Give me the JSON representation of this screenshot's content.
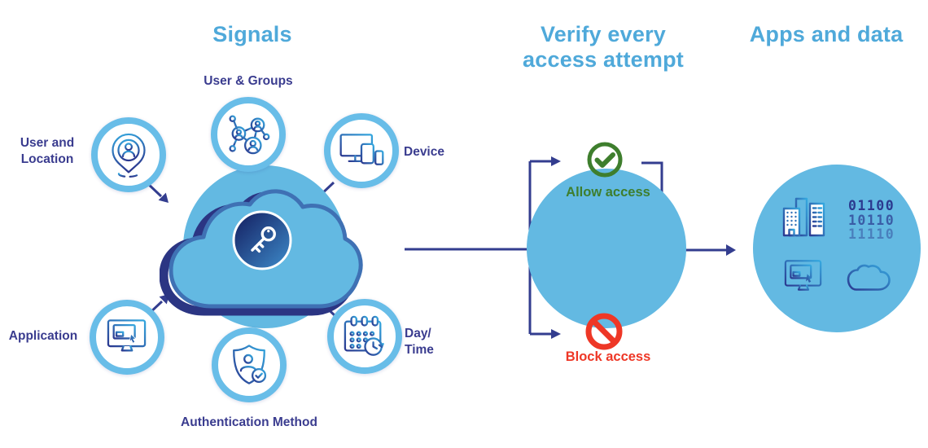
{
  "colors": {
    "title_blue": "#4FA9DA",
    "label_navy": "#3A3C8F",
    "connector_navy": "#333D8F",
    "node_ring_blue": "#68BDE8",
    "circle_fill_blue": "#63B9E2",
    "cloud_outline_navy": "#2B3583",
    "allow_green": "#3E7E2D",
    "block_red": "#EE3726",
    "icon_gradient_start": "#2B3990",
    "icon_gradient_end": "#35A8DF"
  },
  "sections": {
    "signals": {
      "title": "Signals",
      "hub_icon": "key-icon",
      "nodes": [
        {
          "id": "user-location",
          "icon": "location-pin-user-icon",
          "lines": [
            "User and",
            "Location"
          ]
        },
        {
          "id": "user-groups",
          "icon": "network-users-icon",
          "lines": [
            "User & Groups"
          ]
        },
        {
          "id": "device",
          "icon": "devices-icon",
          "lines": [
            "Device"
          ]
        },
        {
          "id": "application",
          "icon": "application-monitor-icon",
          "lines": [
            "Application"
          ]
        },
        {
          "id": "authentication-method",
          "icon": "shield-user-check-icon",
          "lines": [
            "Authentication Method"
          ]
        },
        {
          "id": "day-time",
          "icon": "calendar-clock-icon",
          "lines": [
            "Day/",
            "Time"
          ]
        }
      ]
    },
    "verify": {
      "title_lines": [
        "Verify every",
        "access attempt"
      ],
      "allow_label": "Allow access",
      "allow_icon": "check-circle-icon",
      "block_label": "Block access",
      "block_icon": "block-icon"
    },
    "apps": {
      "title": "Apps and data",
      "binary_lines": [
        "01100",
        "10110",
        "11110"
      ],
      "icons": [
        "buildings-icon",
        "binary-data",
        "application-monitor-icon",
        "cloud-icon"
      ]
    }
  }
}
